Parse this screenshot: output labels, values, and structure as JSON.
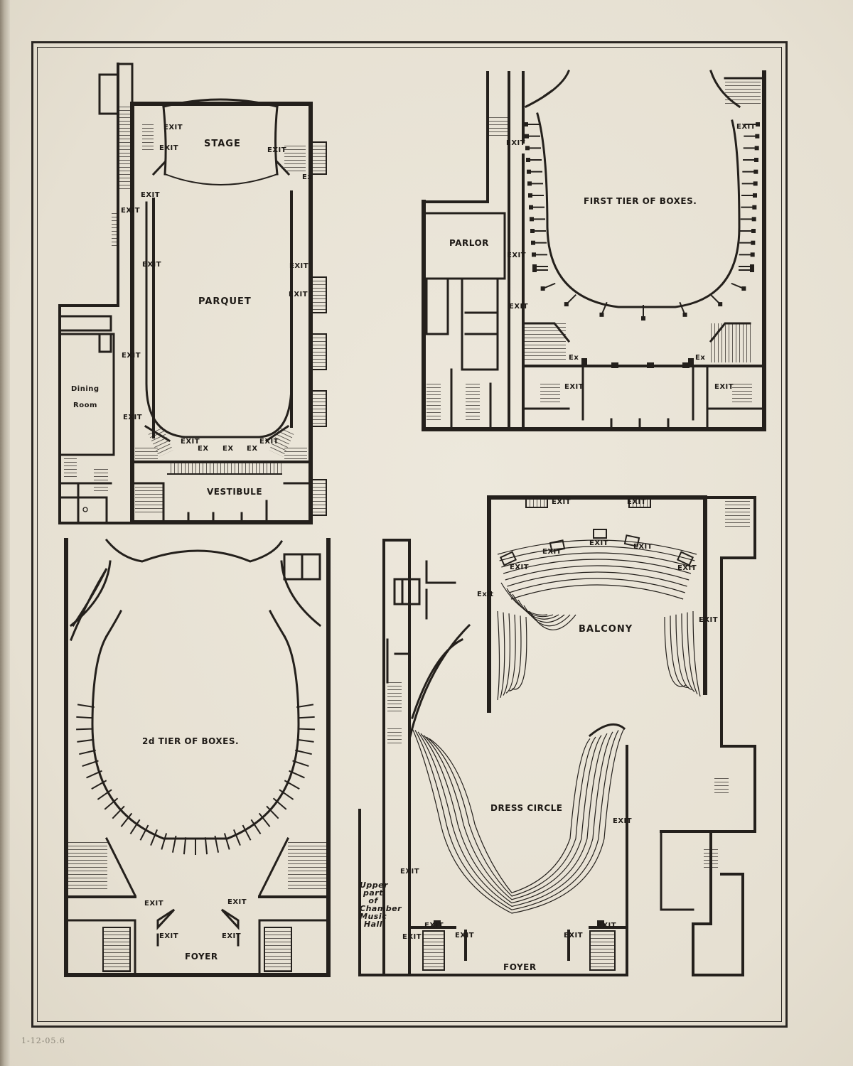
{
  "labels": {
    "exit": "EXIT",
    "exit_lower": "Exit",
    "ex": "Ex",
    "ex_upper": "EX",
    "stage": "STAGE",
    "parquet": "PARQUET",
    "vestibule": "VESTIBULE",
    "dining_room_1": "Dining",
    "dining_room_2": "Room",
    "first_tier": "FIRST TIER OF BOXES.",
    "parlor": "PARLOR",
    "second_tier": "2d TIER OF BOXES.",
    "foyer_left": "FOYER",
    "balcony": "BALCONY",
    "dress_circle": "DRESS CIRCLE",
    "foyer_right": "FOYER",
    "chamber_note": "Upper part of Chamber Music Hall"
  },
  "pencil_note": "1-12-05.6",
  "colors": {
    "ink": "#24201c",
    "paper": "#e9e4d8"
  }
}
